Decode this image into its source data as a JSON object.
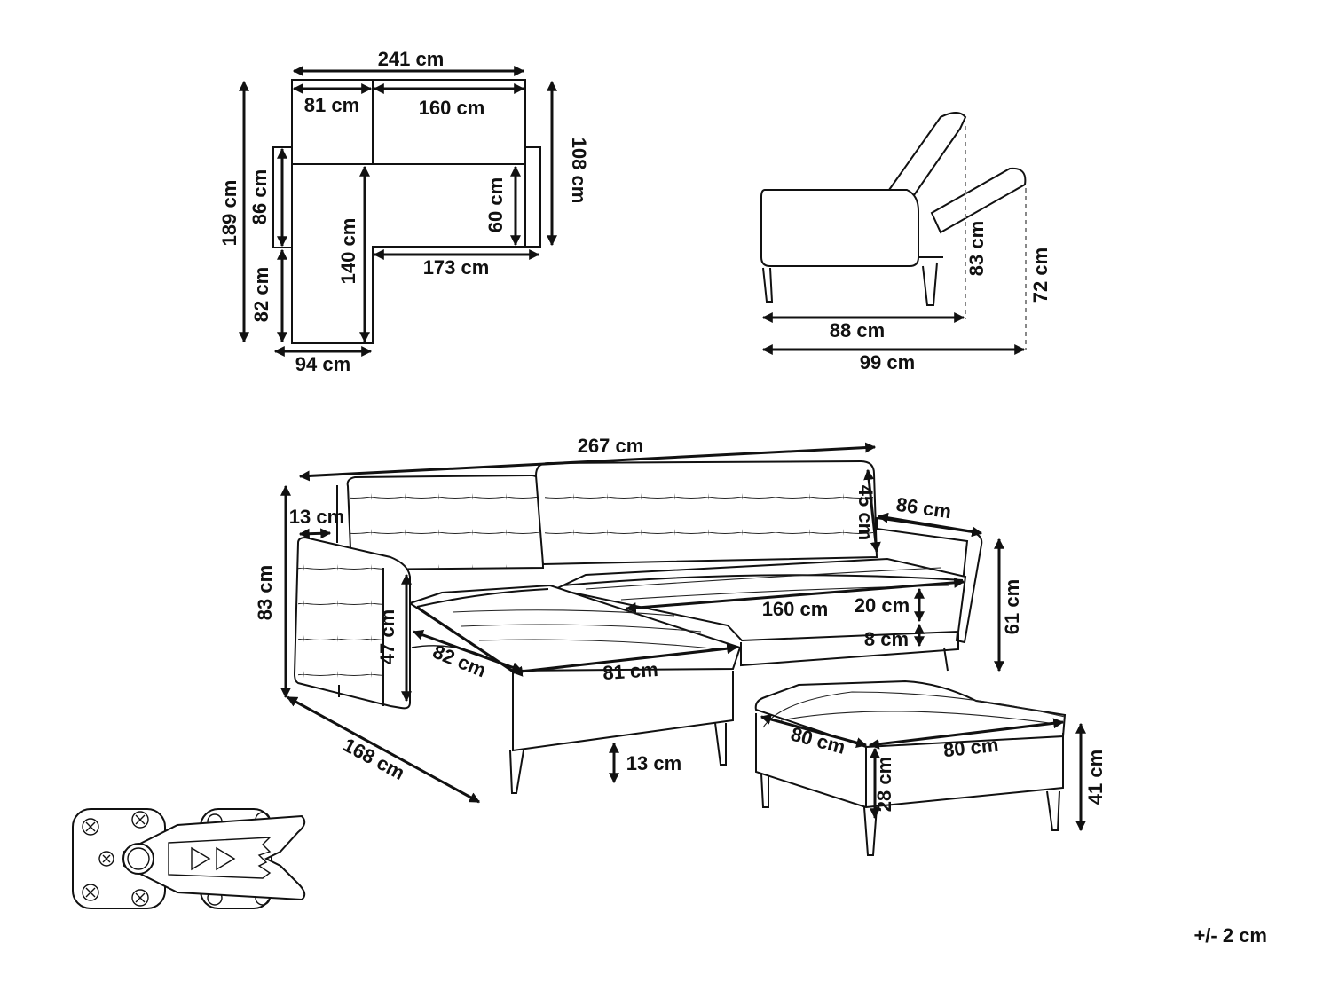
{
  "top_view": {
    "total_width": "241 cm",
    "chaise_width": "81 cm",
    "main_width": "160 cm",
    "total_depth": "189 cm",
    "armrest_depth": "86 cm",
    "chaise_extension": "82 cm",
    "chaise_length": "140 cm",
    "seat_depth": "60 cm",
    "overall_depth": "108 cm",
    "seat_length": "173 cm",
    "chaise_total_width": "94 cm"
  },
  "side_view": {
    "seat_depth": "88 cm",
    "reclined_depth": "99 cm",
    "back_height": "83 cm",
    "reclined_height": "72 cm"
  },
  "main_view": {
    "total_width": "267 cm",
    "arm_width": "13 cm",
    "back_cushion": "45 cm",
    "arm_depth": "86 cm",
    "total_height": "83 cm",
    "arm_height": "47 cm",
    "seat_width": "160 cm",
    "cushion_thickness": "20 cm",
    "base_height": "8 cm",
    "seat_height": "61 cm",
    "chaise_depth": "82 cm",
    "chaise_width": "81 cm",
    "total_length": "168 cm",
    "leg_height": "13 cm"
  },
  "ottoman": {
    "depth": "80 cm",
    "width": "80 cm",
    "cushion_height": "28 cm",
    "total_height": "41 cm"
  },
  "tolerance": "+/- 2 cm",
  "icons": [
    "hinge-bracket-icon"
  ]
}
